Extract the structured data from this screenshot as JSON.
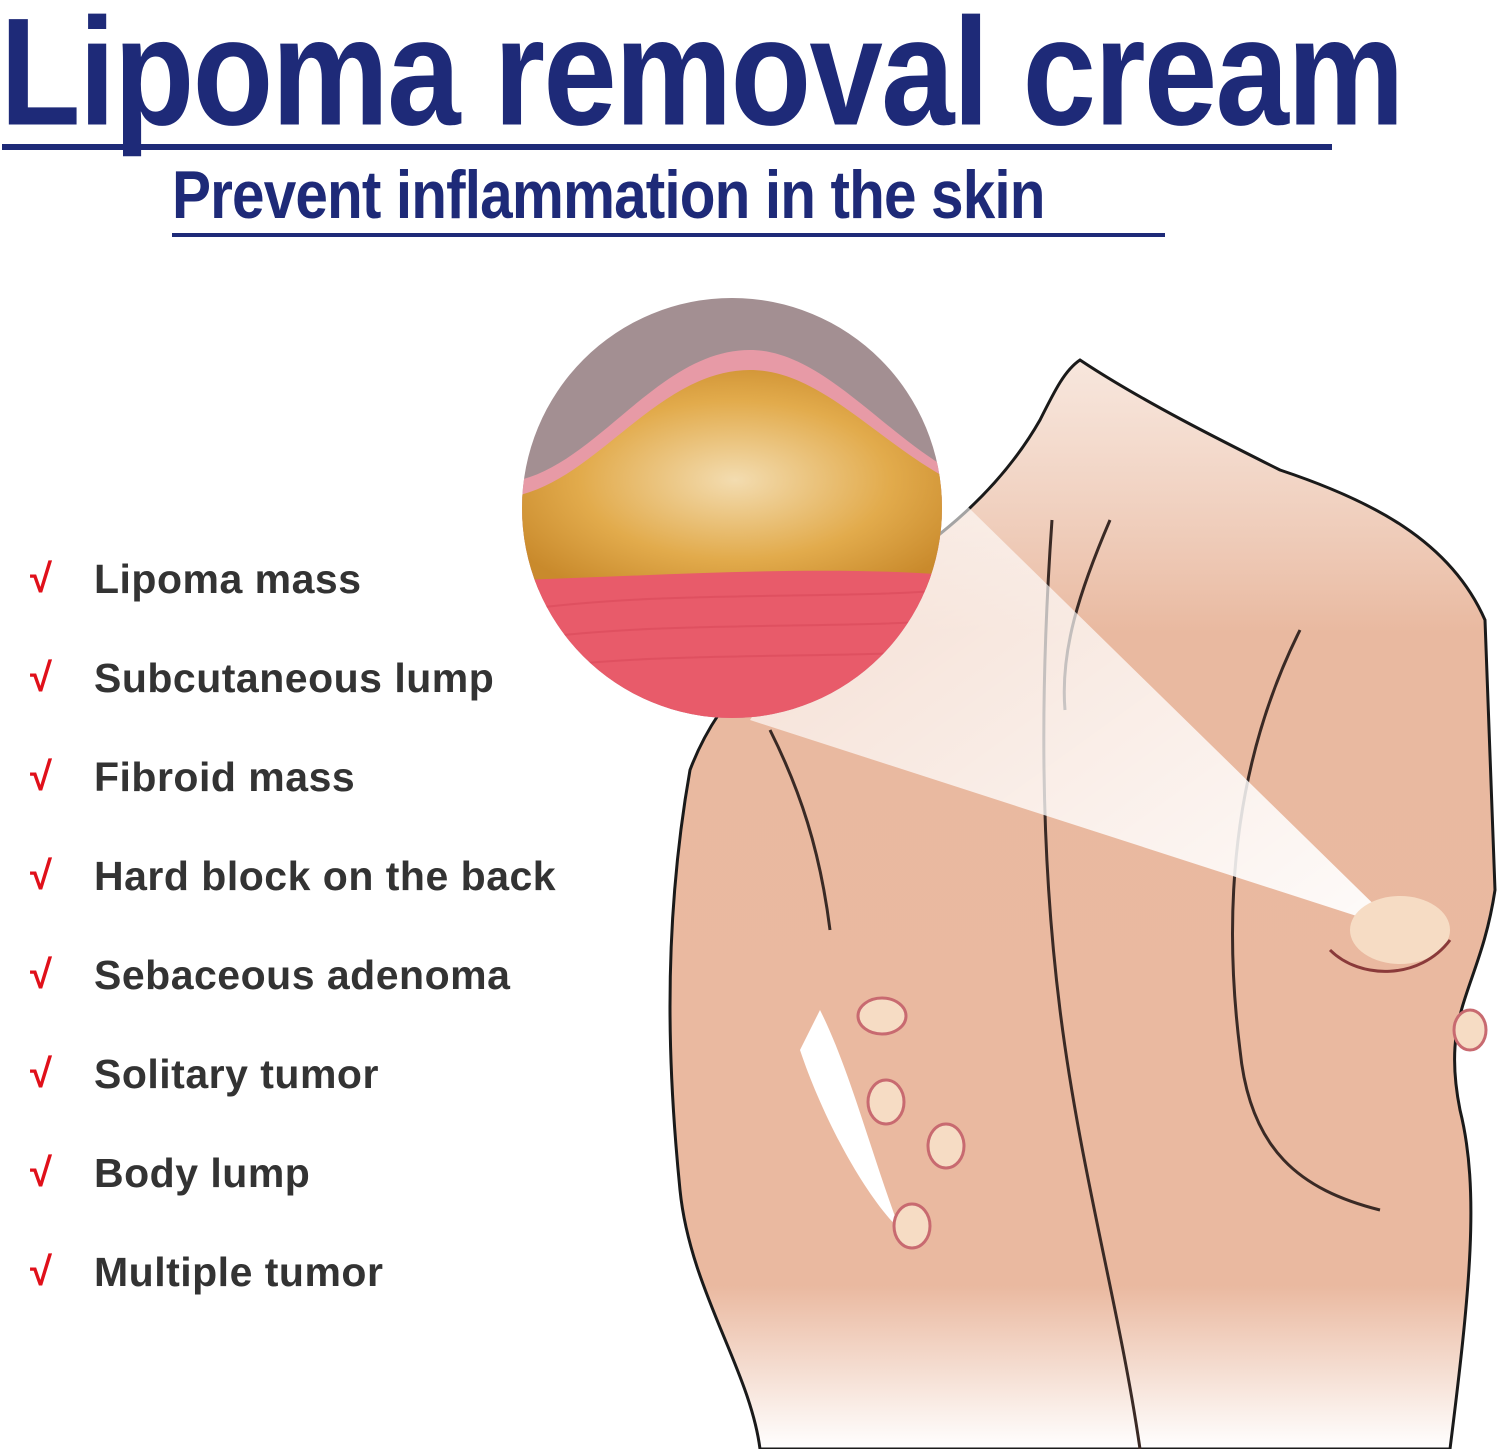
{
  "header": {
    "title": "Lipoma removal cream",
    "subtitle": "Prevent inflammation in the skin"
  },
  "colors": {
    "title_blue": "#1e2a78",
    "check_red": "#e0101a",
    "text_gray": "#333333",
    "skin": "#e8b9a0",
    "lump": "#f6dcc4"
  },
  "symptoms": {
    "check_icon": "√",
    "items": [
      {
        "label": "Lipoma mass"
      },
      {
        "label": "Subcutaneous lump"
      },
      {
        "label": "Fibroid mass"
      },
      {
        "label": "Hard block on the back"
      },
      {
        "label": "Sebaceous adenoma"
      },
      {
        "label": "Solitary tumor"
      },
      {
        "label": "Body lump"
      },
      {
        "label": "Multiple tumor"
      }
    ]
  }
}
